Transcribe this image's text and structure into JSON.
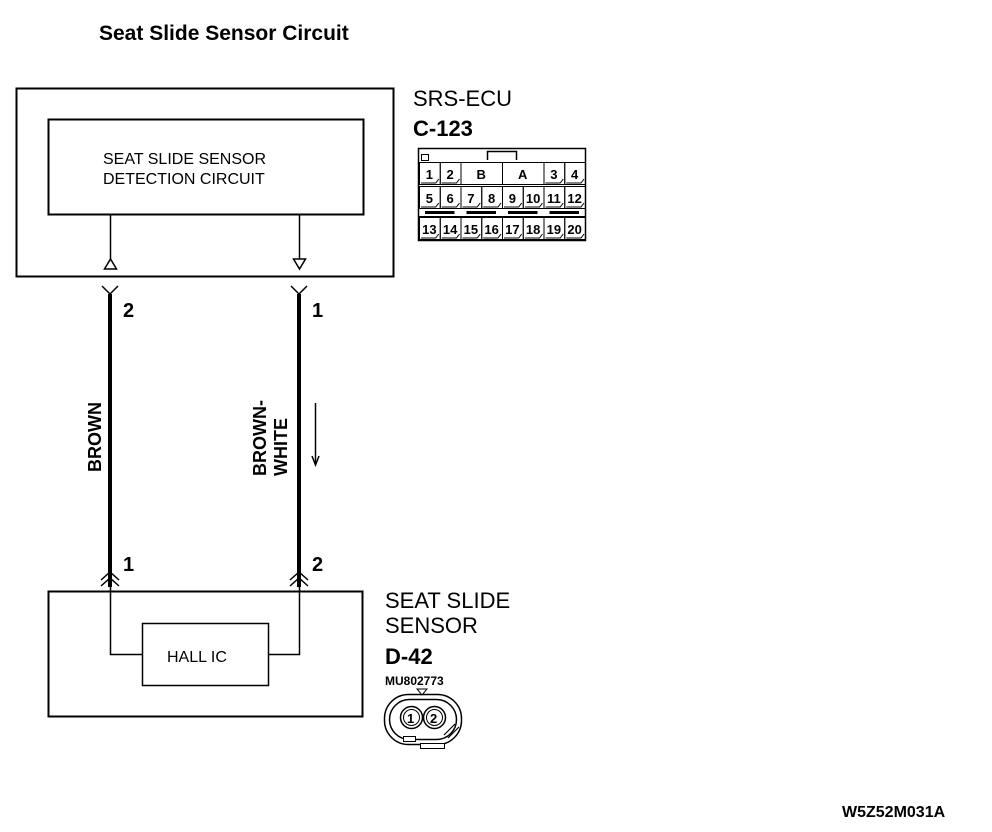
{
  "title": "Seat Slide Sensor Circuit",
  "ecu": {
    "name": "SRS-ECU",
    "connector": "C-123",
    "inner_block_line1": "SEAT SLIDE SENSOR",
    "inner_block_line2": "DETECTION CIRCUIT",
    "connector_face": {
      "row1": [
        "1",
        "2",
        "B",
        "A",
        "3",
        "4"
      ],
      "row2": [
        "5",
        "6",
        "7",
        "8",
        "9",
        "10",
        "11",
        "12"
      ],
      "row3": [
        "13",
        "14",
        "15",
        "16",
        "17",
        "18",
        "19",
        "20"
      ]
    }
  },
  "wires": [
    {
      "ecu_pin": "2",
      "sensor_pin": "1",
      "color": "BROWN"
    },
    {
      "ecu_pin": "1",
      "sensor_pin": "2",
      "color_line1": "BROWN-",
      "color_line2": "WHITE",
      "current_direction": "down"
    }
  ],
  "sensor": {
    "name_line1": "SEAT SLIDE",
    "name_line2": "SENSOR",
    "connector": "D-42",
    "part_number": "MU802773",
    "inner_block": "HALL IC",
    "connector_face": [
      "1",
      "2"
    ]
  },
  "figure_code": "W5Z52M031A"
}
